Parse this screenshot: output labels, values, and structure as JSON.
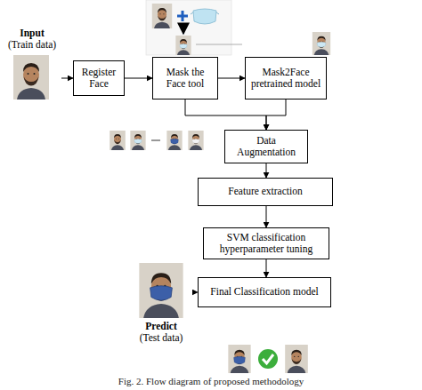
{
  "diagram": {
    "caption": "Fig. 2. Flow diagram of proposed methodology",
    "nodes": [
      {
        "text": [
          "Input",
          "(Train data)"
        ]
      },
      {
        "text": [
          "Register Face"
        ]
      },
      {
        "text": [
          "Mask the Face tool"
        ]
      },
      {
        "text": [
          "Mask2Face pretrained model"
        ]
      },
      {
        "text": [
          "Data Augmentation"
        ]
      },
      {
        "text": [
          "Feature extraction"
        ]
      },
      {
        "text": [
          "SVM classification hyperparameter tuning"
        ]
      },
      {
        "text": [
          "Final Classification model"
        ]
      },
      {
        "text": [
          "Predict",
          "(Test data)"
        ]
      }
    ],
    "edges": [
      {
        "from": 0,
        "to": 1,
        "arrow": "to"
      },
      {
        "from": 1,
        "to": 2,
        "arrow": "to"
      },
      {
        "from": 2,
        "to": 3,
        "arrow": "to"
      },
      {
        "from": 2,
        "to": 4,
        "arrow": "to"
      },
      {
        "from": 3,
        "to": 4,
        "arrow": "to"
      },
      {
        "from": 4,
        "to": 5,
        "arrow": "to"
      },
      {
        "from": 5,
        "to": 6,
        "arrow": "to"
      },
      {
        "from": 6,
        "to": 7,
        "arrow": "to"
      },
      {
        "from": 8,
        "to": 7,
        "arrow": "to"
      }
    ]
  }
}
